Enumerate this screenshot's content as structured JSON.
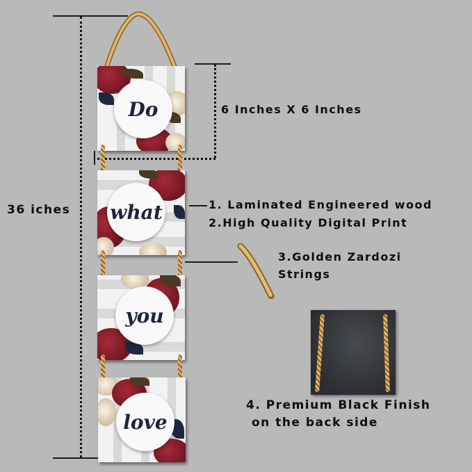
{
  "dimensions": {
    "total_height_label": "36 iches",
    "panel_size_label": "6 Inches X 6 Inches"
  },
  "panels": [
    {
      "word": "Do"
    },
    {
      "word": "what"
    },
    {
      "word": "you"
    },
    {
      "word": "love"
    }
  ],
  "features": {
    "item1": "1. Laminated Engineered wood",
    "item2": "2.High Quality Digital Print",
    "item3_line1": "3.Golden Zardozi",
    "item3_line2": "Strings",
    "item4_line1": "4. Premium Black Finish",
    "item4_line2": "on the back side"
  },
  "colors": {
    "background": "#b9b9b9",
    "text": "#0d0d0d",
    "rope_gold": "#d9a85a",
    "flower_red": "#8b1e2c",
    "script_navy": "#1b2340",
    "back_panel": "#33363a"
  }
}
